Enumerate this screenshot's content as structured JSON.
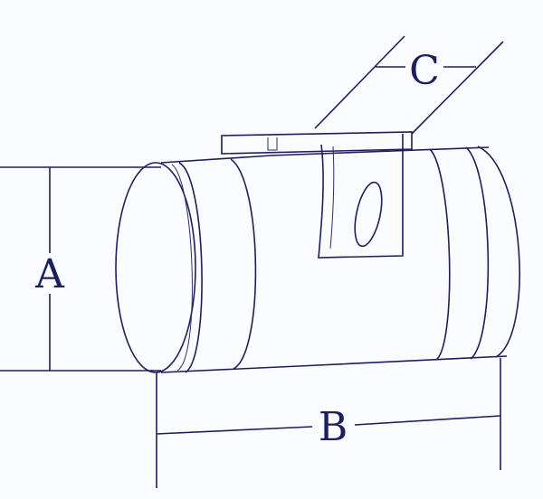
{
  "diagram": {
    "labels": {
      "a": "A",
      "b": "B",
      "c": "C"
    },
    "line_color": "#1c1f5e",
    "background": "#fbfcff"
  }
}
